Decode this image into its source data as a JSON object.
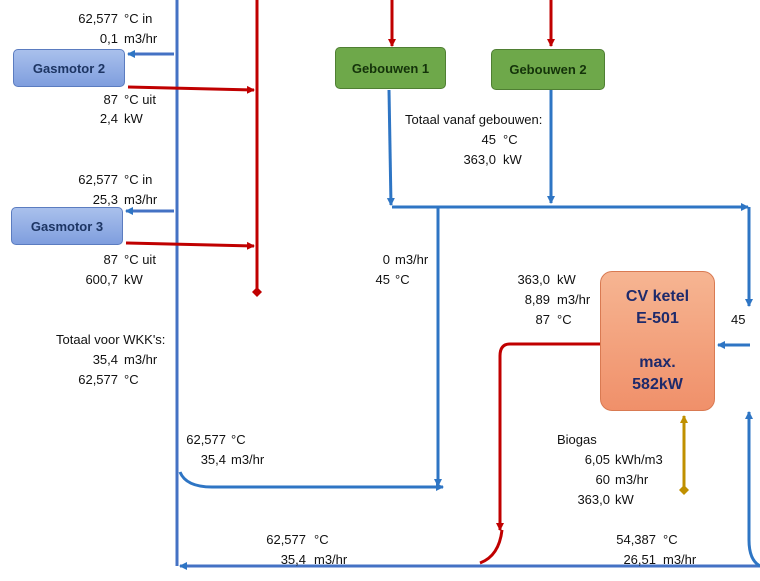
{
  "blocks": {
    "gasmotor2": "Gasmotor 2",
    "gasmotor3": "Gasmotor 3",
    "gebouwen1": "Gebouwen 1",
    "gebouwen2": "Gebouwen 2",
    "cv_ketel": {
      "line1": "CV ketel",
      "line2": "E-501",
      "line3": "max.",
      "line4": "582kW"
    }
  },
  "gasmotor2": {
    "in_temp": "62,577",
    "in_temp_unit": "°C in",
    "in_flow": "0,1",
    "in_flow_unit": "m3/hr",
    "out_temp": "87",
    "out_temp_unit": "°C uit",
    "power": "2,4",
    "power_unit": "kW"
  },
  "gasmotor3": {
    "in_temp": "62,577",
    "in_temp_unit": "°C in",
    "in_flow": "25,3",
    "in_flow_unit": "m3/hr",
    "out_temp": "87",
    "out_temp_unit": "°C uit",
    "power": "600,7",
    "power_unit": "kW"
  },
  "buildings_total": {
    "label": "Totaal vanaf gebouwen:",
    "temp": "45",
    "temp_unit": "°C",
    "power": "363,0",
    "power_unit": "kW"
  },
  "bypass": {
    "flow": "0",
    "flow_unit": "m3/hr",
    "temp": "45",
    "temp_unit": "°C"
  },
  "boiler_out": {
    "power": "363,0",
    "power_unit": "kW",
    "flow": "8,89",
    "flow_unit": "m3/hr",
    "temp": "87",
    "temp_unit": "°C"
  },
  "right_edge_temp": "45",
  "wkk_total": {
    "label": "Totaal voor WKK's:",
    "flow": "35,4",
    "flow_unit": "m3/hr",
    "temp": "62,577",
    "temp_unit": "°C"
  },
  "mid_left": {
    "temp": "62,577",
    "temp_unit": "°C",
    "flow": "35,4",
    "flow_unit": "m3/hr"
  },
  "biogas": {
    "label": "Biogas",
    "energy": "6,05",
    "energy_unit": "kWh/m3",
    "flow": "60",
    "flow_unit": "m3/hr",
    "power": "363,0",
    "power_unit": "kW"
  },
  "bottom_mid": {
    "temp": "62,577",
    "temp_unit": "°C",
    "flow": "35,4",
    "flow_unit": "m3/hr"
  },
  "bottom_right": {
    "temp": "54,387",
    "temp_unit": "°C",
    "flow": "26,51",
    "flow_unit": "m3/hr"
  },
  "colors": {
    "blue": "#2e75c4",
    "red": "#c00000",
    "gold": "#c09000"
  }
}
